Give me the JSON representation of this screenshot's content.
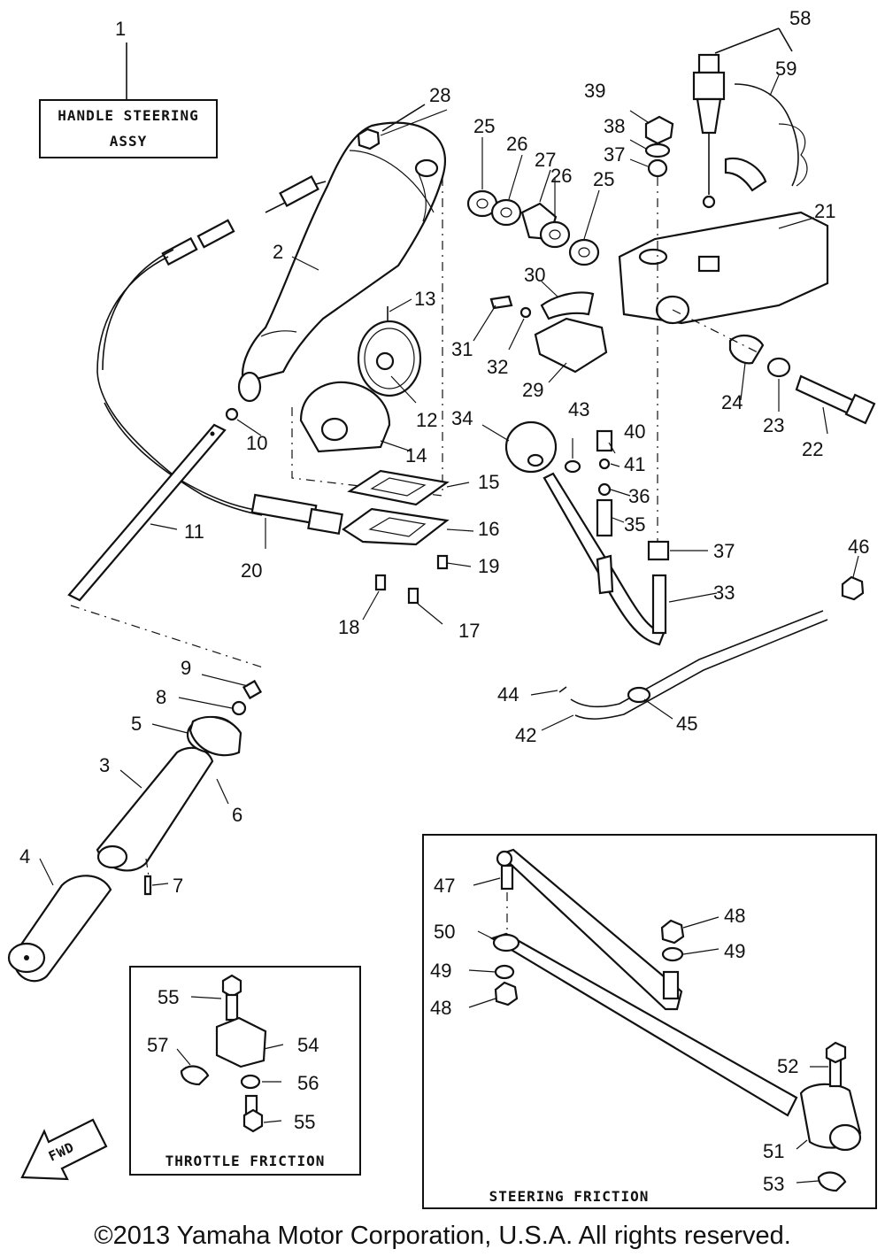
{
  "title_box": {
    "line1": "HANDLE STEERING",
    "line2": "ASSY"
  },
  "inset_throttle": {
    "caption": "THROTTLE FRICTION"
  },
  "inset_steering": {
    "caption": "STEERING FRICTION"
  },
  "fwd_label": "FWD",
  "copyright": "©2013 Yamaha Motor Corporation, U.S.A. All rights reserved.",
  "callouts": [
    {
      "id": "1",
      "label": "1"
    },
    {
      "id": "2",
      "label": "2"
    },
    {
      "id": "3",
      "label": "3"
    },
    {
      "id": "4",
      "label": "4"
    },
    {
      "id": "5",
      "label": "5"
    },
    {
      "id": "6",
      "label": "6"
    },
    {
      "id": "7",
      "label": "7"
    },
    {
      "id": "8",
      "label": "8"
    },
    {
      "id": "9",
      "label": "9"
    },
    {
      "id": "10",
      "label": "10"
    },
    {
      "id": "11",
      "label": "11"
    },
    {
      "id": "12",
      "label": "12"
    },
    {
      "id": "13",
      "label": "13"
    },
    {
      "id": "14",
      "label": "14"
    },
    {
      "id": "15",
      "label": "15"
    },
    {
      "id": "16",
      "label": "16"
    },
    {
      "id": "17",
      "label": "17"
    },
    {
      "id": "18",
      "label": "18"
    },
    {
      "id": "19",
      "label": "19"
    },
    {
      "id": "20",
      "label": "20"
    },
    {
      "id": "21",
      "label": "21"
    },
    {
      "id": "22",
      "label": "22"
    },
    {
      "id": "23",
      "label": "23"
    },
    {
      "id": "24",
      "label": "24"
    },
    {
      "id": "25a",
      "label": "25"
    },
    {
      "id": "25b",
      "label": "25"
    },
    {
      "id": "26a",
      "label": "26"
    },
    {
      "id": "26b",
      "label": "26"
    },
    {
      "id": "27",
      "label": "27"
    },
    {
      "id": "28",
      "label": "28"
    },
    {
      "id": "29",
      "label": "29"
    },
    {
      "id": "30",
      "label": "30"
    },
    {
      "id": "31",
      "label": "31"
    },
    {
      "id": "32",
      "label": "32"
    },
    {
      "id": "33",
      "label": "33"
    },
    {
      "id": "34",
      "label": "34"
    },
    {
      "id": "35",
      "label": "35"
    },
    {
      "id": "36",
      "label": "36"
    },
    {
      "id": "37a",
      "label": "37"
    },
    {
      "id": "37b",
      "label": "37"
    },
    {
      "id": "38",
      "label": "38"
    },
    {
      "id": "39",
      "label": "39"
    },
    {
      "id": "40",
      "label": "40"
    },
    {
      "id": "41",
      "label": "41"
    },
    {
      "id": "42",
      "label": "42"
    },
    {
      "id": "43",
      "label": "43"
    },
    {
      "id": "44",
      "label": "44"
    },
    {
      "id": "45",
      "label": "45"
    },
    {
      "id": "46",
      "label": "46"
    },
    {
      "id": "47",
      "label": "47"
    },
    {
      "id": "48a",
      "label": "48"
    },
    {
      "id": "48b",
      "label": "48"
    },
    {
      "id": "49a",
      "label": "49"
    },
    {
      "id": "49b",
      "label": "49"
    },
    {
      "id": "50",
      "label": "50"
    },
    {
      "id": "51",
      "label": "51"
    },
    {
      "id": "52",
      "label": "52"
    },
    {
      "id": "53",
      "label": "53"
    },
    {
      "id": "54",
      "label": "54"
    },
    {
      "id": "55a",
      "label": "55"
    },
    {
      "id": "55b",
      "label": "55"
    },
    {
      "id": "56",
      "label": "56"
    },
    {
      "id": "57",
      "label": "57"
    },
    {
      "id": "58",
      "label": "58"
    },
    {
      "id": "59",
      "label": "59"
    }
  ]
}
